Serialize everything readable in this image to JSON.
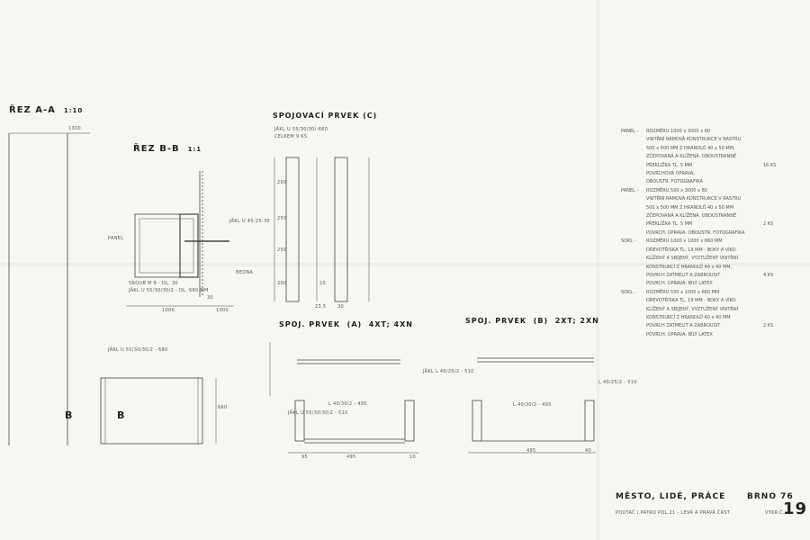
{
  "colors": {
    "paper": "#f7f6f3",
    "ink": "#333333"
  },
  "section_aa": {
    "title": "ŘEZ A-A",
    "scale": "1:10",
    "dim_top": "1300"
  },
  "section_bb": {
    "title": "ŘEZ B-B",
    "scale": "1:1",
    "labels": [
      "PANEL",
      "JÄKL U 45-25-30",
      "BEDNA",
      "SROUB M 8 - DL. 30",
      "JÄKL U 55/30/30/2 - DL. 660 MM"
    ],
    "dims": [
      "30",
      "1000",
      "1000"
    ]
  },
  "part_c": {
    "title": "SPOJOVACÍ PRVEK",
    "mark": "c",
    "line1": "JÄKL U 55/30/30/-660",
    "line2": "CELKEM 9 KS",
    "dims": [
      "200",
      "250",
      "250",
      "200",
      "20",
      "23,5",
      "30"
    ]
  },
  "part_a": {
    "title": "SPOJ. PRVEK",
    "mark": "a",
    "qty": "4xT; 4xN",
    "labels": [
      "JÄKL L 40/25/2 - 510",
      "L 40/30/2 - 495",
      "JÄKL U 55/30/30/2 - 510"
    ],
    "dims": [
      "495",
      "95",
      "10"
    ]
  },
  "part_b": {
    "title": "SPOJ. PRVEK",
    "mark": "b",
    "qty": "2xT; 2xN",
    "labels": [
      "L 40/25/2 - 510",
      "L 40/30/2 - 495"
    ],
    "dims": [
      "495",
      "40"
    ]
  },
  "bottom_left": {
    "label": "JÄKL U 55/30/30/2 - 680",
    "marks": [
      "B",
      "B"
    ],
    "dim": "660"
  },
  "spec": [
    {
      "label": "PANEL -",
      "lines": [
        "ROZMĚRU 1000 x 3000 x 80",
        "VNITŘNÍ RÁMOVÁ KONSTRUKCE V RASTRU",
        "500 x 500 MM Z HRANOLŮ 40 x 50 MM,",
        "ZČEPOVANÁ A KLÍŽENÁ, OBOUSTRANNĚ",
        "PŘEKLIŽKA TL. 5 MM",
        "POVRCHOVÁ ÚPRAVA:",
        "OBOUSTR. FOTOGRAFIKA"
      ],
      "qty": "16 KS"
    },
    {
      "label": "PANEL -",
      "lines": [
        "ROZMĚRU 500 x 3000 x 80",
        "VNITŘNÍ RÁMOVÁ KONSTRUKCE V RASTRU",
        "500 x 500 MM Z HRANOLŮ 40 x 50 MM",
        "ZČEPOVANÁ A KLÍŽENÁ, OBOUSTRANNĚ",
        "PŘEKLIŽKA TL. 5 MM",
        "POVRCH. ÚPRAVA: OBOUSTR. FOTOGRAFIKA"
      ],
      "qty": "2 KS"
    },
    {
      "label": "SOKL -",
      "lines": [
        "ROZMĚRU 1000 x 1000 x 660 MM",
        "DŘEVOTŘÍSKA TL. 19 MM - BOKY A VÍKO",
        "KLÍŽENÝ A SBÍJENÝ, VYZTUŽENÝ VNITŘNÍ",
        "KONSTRUKCÍ Z HRANOLŮ 40 x 40 MM,",
        "POVRCH ZATMELIT A ZABROUSIT",
        "POVRCH. ÚPRAVA: BÍLÝ LATEX"
      ],
      "qty": "4 KS"
    },
    {
      "label": "SOKL -",
      "lines": [
        "ROZMĚRU 500 x 1000 x 660 MM",
        "DŘEVOTŘÍSKA TL. 19 MM - BOKY A VÍKO",
        "KLÍŽENÝ A SBÍJENÝ, VYZTUŽENÝ VNITŘNÍ",
        "KONSTRUKCÍ Z HRANOLŮ 40 x 40 MM",
        "POVRCH ZATMELIT A ZABROUSIT",
        "POVRCH. ÚPRAVA: BÍLÝ LATEX"
      ],
      "qty": "2 KS"
    }
  ],
  "title_block": {
    "project": "MĚSTO, LIDÉ, PRÁCE",
    "place_year": "BRNO 76",
    "subtitle": "POUTAČ I.PATRO POL.21 - LEVÁ A PRAVÁ ČÁST",
    "drawing_label": "VÝKR.Č.",
    "drawing_no": "19"
  }
}
